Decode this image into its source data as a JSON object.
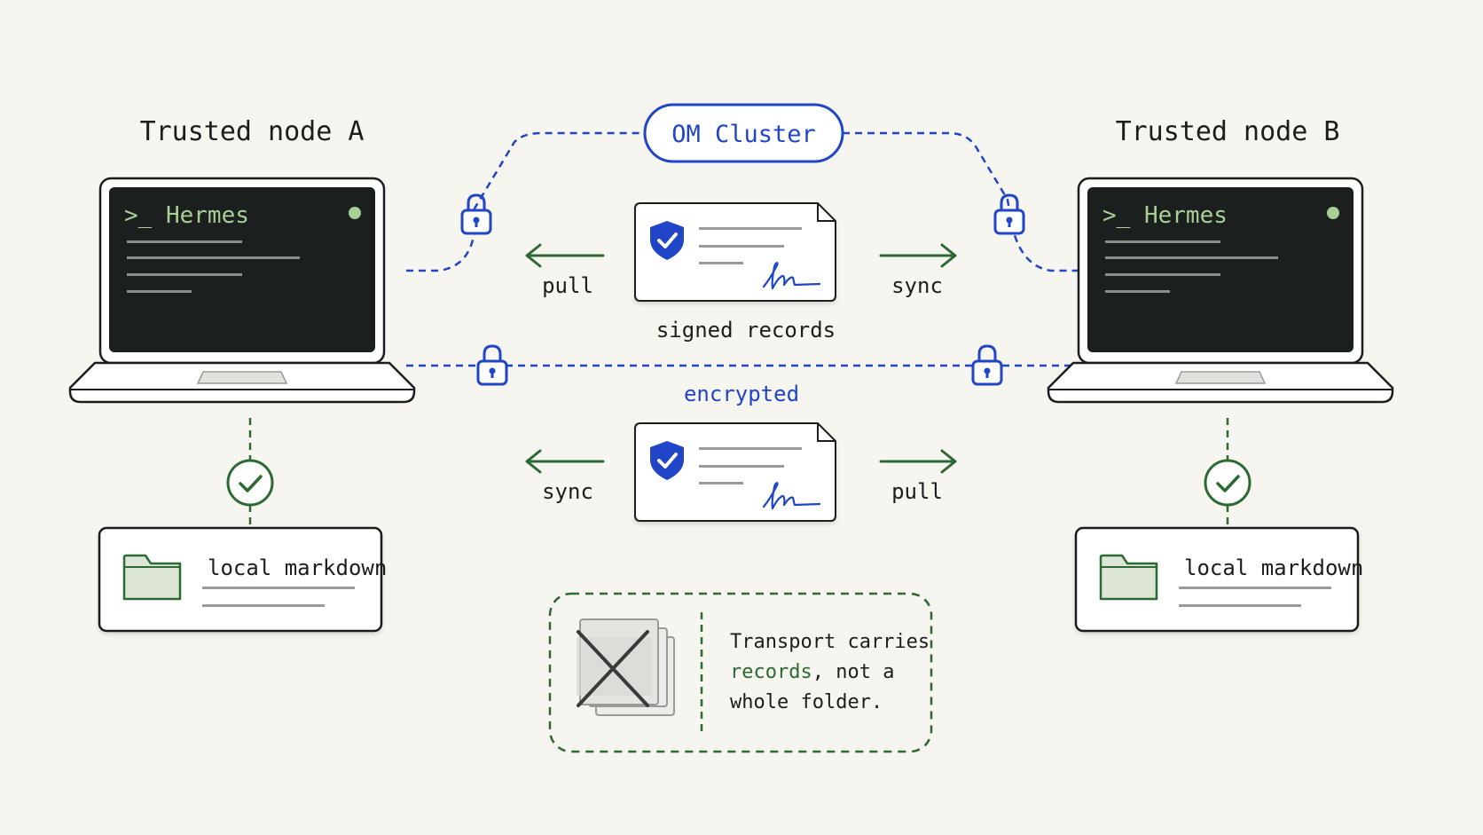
{
  "cluster": {
    "label": "OM Cluster"
  },
  "nodes": [
    {
      "title": "Trusted node A",
      "terminal": ">_ Hermes",
      "folder_label": "local markdown"
    },
    {
      "title": "Trusted node B",
      "terminal": ">_ Hermes",
      "folder_label": "local markdown"
    }
  ],
  "top_flow": {
    "left_label": "pull",
    "right_label": "sync",
    "caption": "signed records"
  },
  "middle": {
    "label": "encrypted"
  },
  "bottom_flow": {
    "left_label": "sync",
    "right_label": "pull"
  },
  "note": {
    "line1": "Transport carries",
    "line2_highlight": "records",
    "line2_rest": ", not a",
    "line3": "whole folder."
  },
  "colors": {
    "background": "#f6f5f0",
    "ink": "#1d1d1d",
    "blue": "#2045c8",
    "green": "#2d6a33",
    "screen": "#1b1f1e",
    "terminal_text": "#a9cf97",
    "folder_fill": "#dde6d5"
  },
  "icons": [
    "laptop-icon",
    "terminal-prompt-icon",
    "status-dot-icon",
    "padlock-icon",
    "shield-check-icon",
    "signature-icon",
    "check-circle-icon",
    "folder-icon",
    "crossed-documents-icon",
    "arrow-left-icon",
    "arrow-right-icon"
  ]
}
